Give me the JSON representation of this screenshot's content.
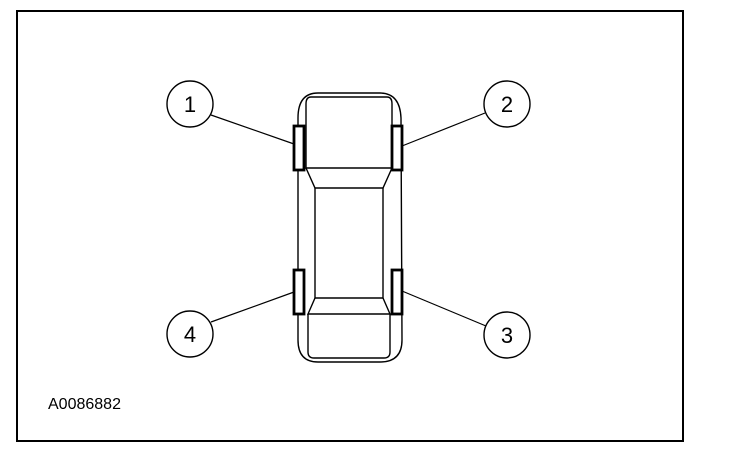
{
  "figure": {
    "reference_code": "A0086882",
    "callouts": [
      {
        "id": "front-left",
        "label": "1"
      },
      {
        "id": "front-right",
        "label": "2"
      },
      {
        "id": "rear-right",
        "label": "3"
      },
      {
        "id": "rear-left",
        "label": "4"
      }
    ]
  },
  "colors": {
    "line": "#000000",
    "background": "#ffffff"
  }
}
